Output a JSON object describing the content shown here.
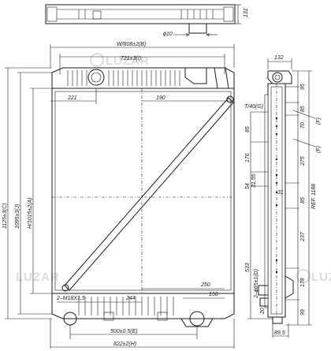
{
  "watermark": {
    "brand": "LUZAR"
  },
  "dimensions": {
    "height_top": "131",
    "pin_diameter": "ϕ10",
    "width_b": "W/808±2(B)",
    "top_i": "721±3(I)",
    "side_132": "132",
    "left_221": "221",
    "mid_190": "190",
    "overall_c": "1125±3(C)",
    "height_j": "1095±3(J)",
    "height_a": "H/1015±2(A)",
    "depth_g": "T/40(G)",
    "d85a": "85",
    "d176": "176",
    "d3155": "31,55",
    "d54": "54",
    "d533": "533",
    "thread_m18": "2–M18X1,5",
    "d244": "244",
    "d250": "250",
    "d156": "156",
    "width_e": "500±0.5(E)",
    "width_h": "822±2(H)",
    "r95": "95",
    "r85": "85",
    "r70": "70",
    "r275": "275",
    "r85b": "85",
    "ref1188": "REF. 1188",
    "r237": "237",
    "r178": "178",
    "r99": "99",
    "hole_d": "2–ϕ65±1(D)",
    "r89": "89,5",
    "r20": "20",
    "r31": "31",
    "ref_f1": "(F)",
    "ref_f2": "(F)"
  }
}
